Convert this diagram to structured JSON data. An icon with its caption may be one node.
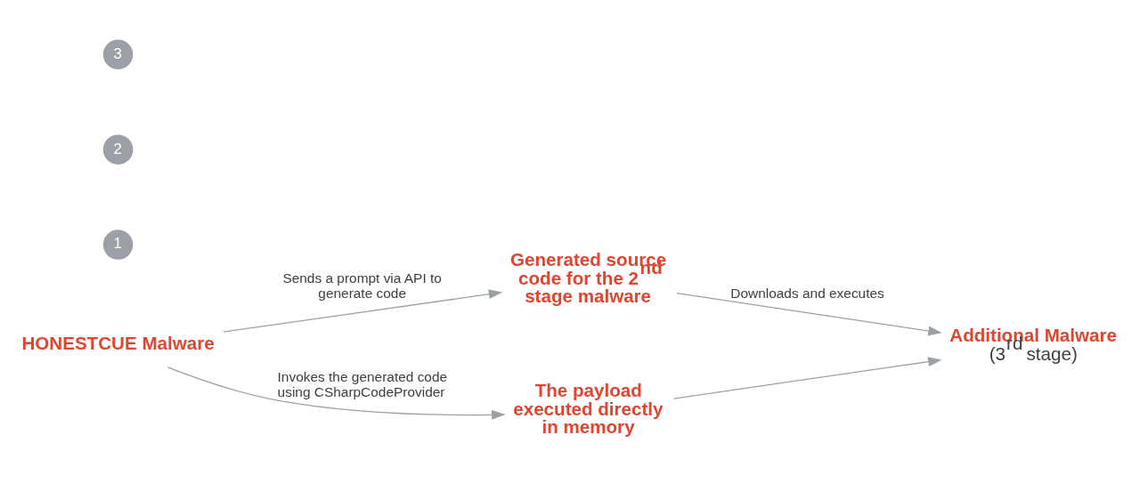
{
  "diagram": {
    "nodes": [
      {
        "text": [
          "HONESTCUE Malware"
        ]
      },
      {
        "text": [
          "Generated source code for the 2$^{nd}$ stage malware"
        ]
      },
      {
        "text": [
          "The payload executed directly in memory"
        ]
      },
      {
        "text": [
          "Additional Malware",
          "(3$^{rd}$ stage)"
        ]
      }
    ],
    "edges": [
      {
        "from": 0,
        "to": 1,
        "arrow": "to",
        "label": "Sends a prompt via API to generate code"
      },
      {
        "from": 0,
        "to": 2,
        "arrow": "to",
        "label": "Invokes the generated code using CSharpCodeProvider"
      },
      {
        "from": 1,
        "to": 3,
        "arrow": "to",
        "label": "Downloads and executes"
      },
      {
        "from": 2,
        "to": 3,
        "arrow": "to"
      }
    ],
    "labels": [
      "1",
      "2",
      "3"
    ]
  }
}
